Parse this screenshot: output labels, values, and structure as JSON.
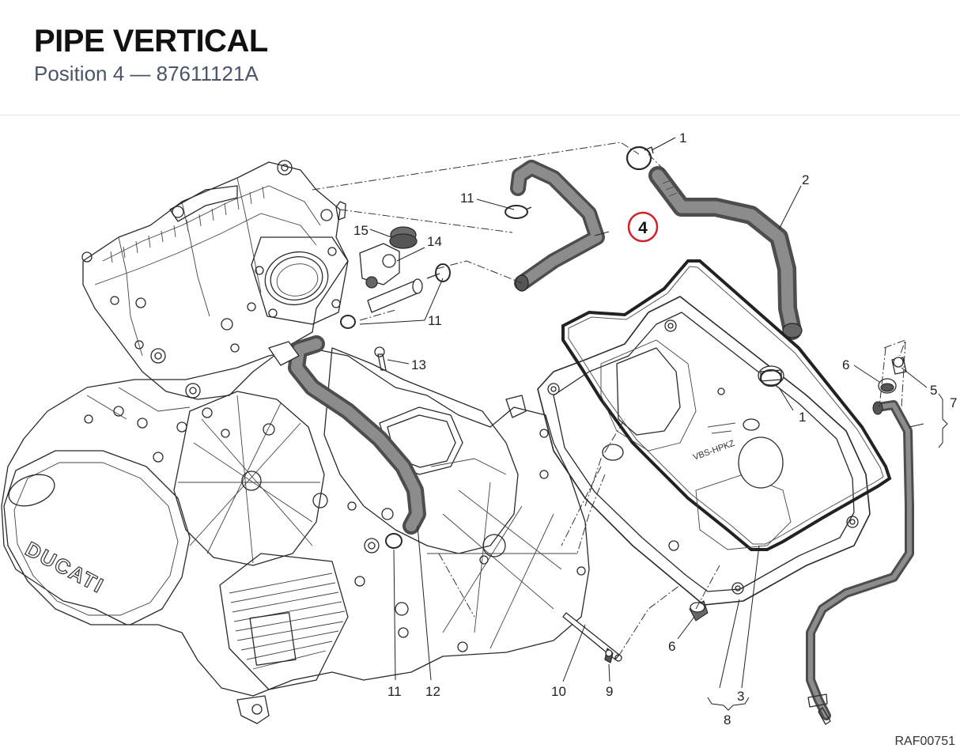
{
  "header": {
    "title": "PIPE VERTICAL",
    "subtitle": "Position 4 — 87611121A"
  },
  "diagram": {
    "highlighted_callout": "4",
    "highlight_color": "#d0202a",
    "hose_color": "#666666",
    "callouts": {
      "c1_top": "1",
      "c1_cover": "1",
      "c2": "2",
      "c3": "3",
      "c4": "4",
      "c5": "5",
      "c6_top": "6",
      "c6_bottom": "6",
      "c7": "7",
      "c8": "8",
      "c9": "9",
      "c10": "10",
      "c11_top": "11",
      "c11_mid": "11",
      "c11_bottom": "11",
      "c12": "12",
      "c13": "13",
      "c14": "14",
      "c15": "15"
    },
    "brand_mark": "DUCATI",
    "cover_marking": "VBS-HPKZ",
    "drawing_reference": "RAF00751"
  }
}
